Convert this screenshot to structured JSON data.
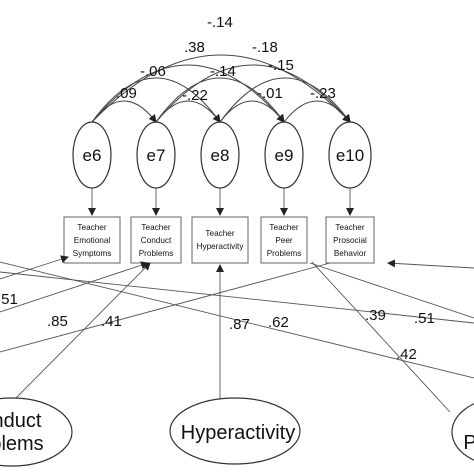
{
  "residuals": [
    "e6",
    "e7",
    "e8",
    "e9",
    "e10"
  ],
  "indicators": [
    [
      "Teacher",
      "Emotional",
      "Symptoms"
    ],
    [
      "Teacher",
      "Conduct",
      "Problems"
    ],
    [
      "Teacher",
      "Hyperactivity"
    ],
    [
      "Teacher",
      "Peer",
      "Problems"
    ],
    [
      "Teacher",
      "Prosocial",
      "Behavior"
    ]
  ],
  "covariances": {
    "e6_e10": "-.14",
    "e6_e9": ".38",
    "e7_e10": "-.18",
    "e6_e8": "-.06",
    "e7_e9": "-.14",
    "e8_e10": "-.15",
    "e6_e7": ".09",
    "e7_e8": "-.22",
    "e8_e9": "-.01",
    "e9_e10": "-.23"
  },
  "loadings": {
    "l_51": ".51",
    "l_85": ".85",
    "l_41": ".41",
    "l_87": ".87",
    "l_62": ".62",
    "l_39": ".39",
    "l_51b": ".51",
    "l_42": ".42"
  },
  "latents": {
    "conduct_line1": "nduct",
    "conduct_line2": "blems",
    "hyperactivity": "Hyperactivity",
    "right_partial": "P"
  }
}
